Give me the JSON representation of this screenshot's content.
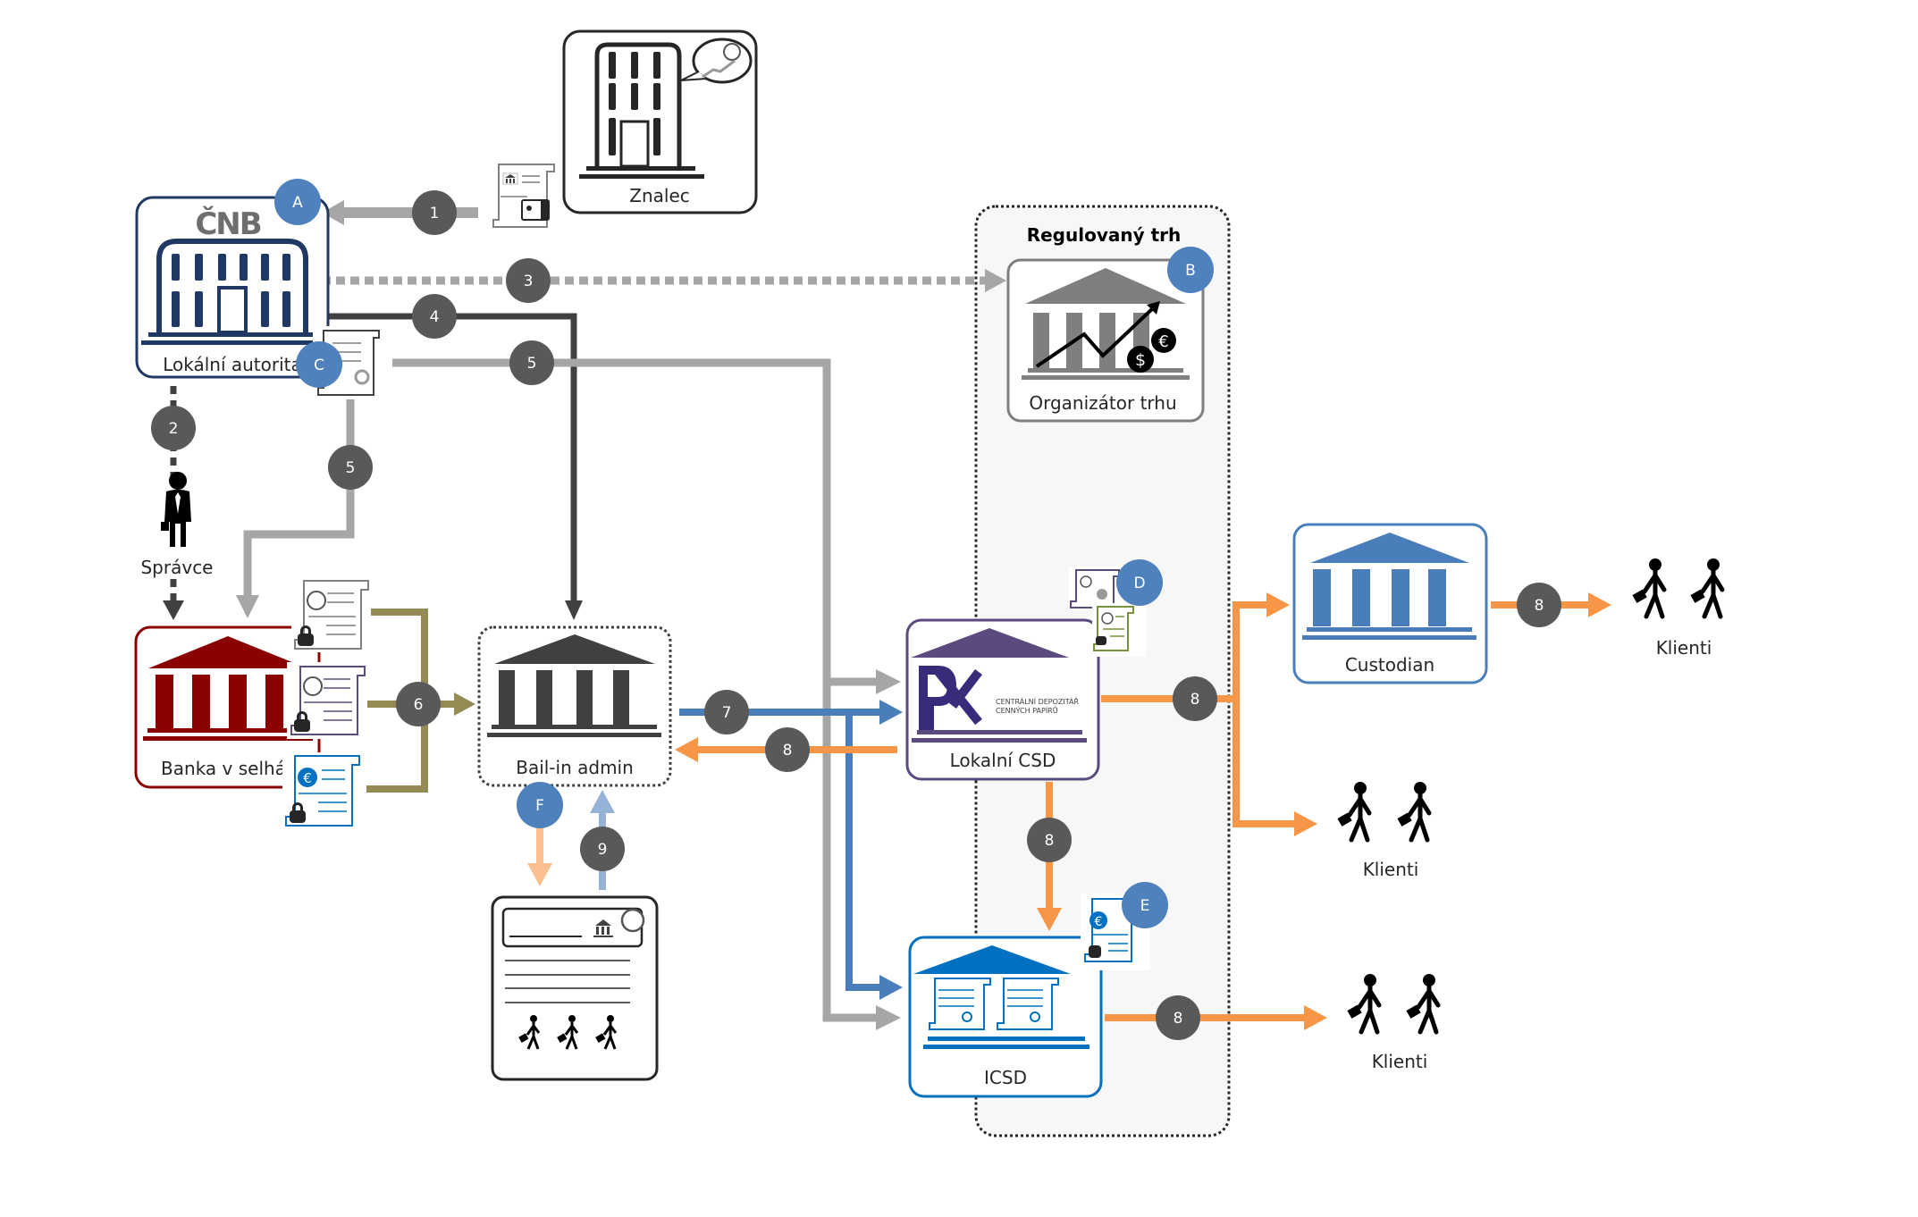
{
  "diagram": {
    "regulated_market_label": "Regulovaný trh",
    "nodes": {
      "cnb": {
        "logo": "ČNB",
        "label": "Lokální autorita",
        "color": "#1f3864"
      },
      "znalec": {
        "label": "Znalec",
        "color": "#262626"
      },
      "organizator": {
        "label": "Organizátor trhu",
        "color": "#7f7f7f"
      },
      "spravce": {
        "label": "Správce"
      },
      "banka": {
        "label": "Banka v selhá",
        "color": "#8b0000"
      },
      "bailin": {
        "label": "Bail-in admin",
        "color": "#404040"
      },
      "csd": {
        "label": "Lokalní CSD",
        "logo_text_line1": "CENTRÁLNÍ DEPOZITÁŘ",
        "logo_text_line2": "CENNÝCH PAPÍRŮ",
        "color": "#5b4a7d"
      },
      "icsd": {
        "label": "ICSD",
        "color": "#0070c0"
      },
      "custodian": {
        "label": "Custodian",
        "color": "#4a7ebb"
      },
      "klienti_1": {
        "label": "Klienti"
      },
      "klienti_2": {
        "label": "Klienti"
      },
      "klienti_3": {
        "label": "Klienti"
      }
    },
    "markers": [
      "A",
      "B",
      "C",
      "D",
      "E",
      "F"
    ],
    "steps": {
      "s1": "1",
      "s2": "2",
      "s3": "3",
      "s4": "4",
      "s5a": "5",
      "s5b": "5",
      "s6": "6",
      "s7": "7",
      "s8a": "8",
      "s8b": "8",
      "s8c": "8",
      "s8d": "8",
      "s8e": "8",
      "s9": "9"
    },
    "colors": {
      "marker": "#4f81bd",
      "step": "#595959",
      "gray_flow": "#a6a6a6",
      "dark_flow": "#404040",
      "olive_flow": "#948a54",
      "blue_flow": "#4a7ebb",
      "orange_flow": "#f79646",
      "light_orange_flow": "#fac090",
      "light_blue_flow": "#95b3d7",
      "market_bg": "#f7f7f7"
    }
  }
}
